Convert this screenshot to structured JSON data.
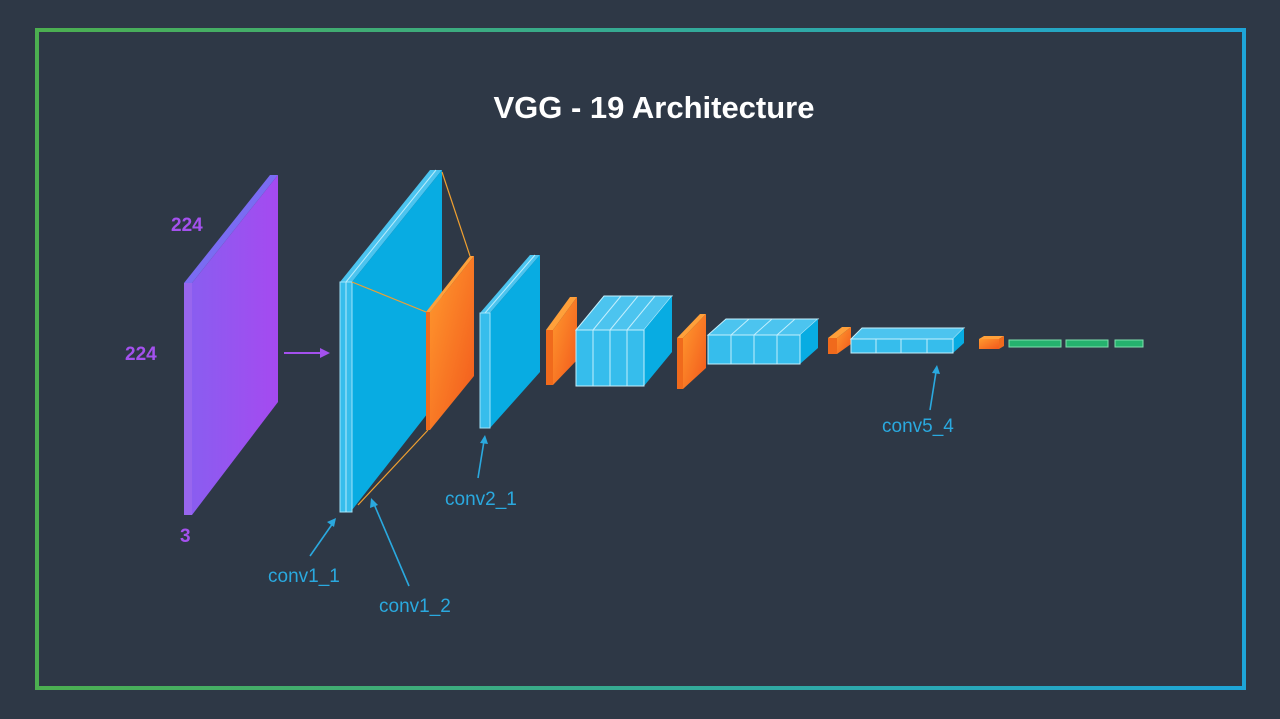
{
  "title": "VGG - 19 Architecture",
  "input_dims": {
    "height": "224",
    "width": "224",
    "channels": "3"
  },
  "layer_labels": {
    "conv1_1": "conv1_1",
    "conv1_2": "conv1_2",
    "conv2_1": "conv2_1",
    "conv5_4": "conv5_4"
  },
  "colors": {
    "background": "#2e3846",
    "frame_left": "#4caf50",
    "frame_right": "#1ea5d8",
    "input": "#a24ef0",
    "conv": "#10b1e4",
    "pool": "#f26d1f",
    "dense": "#25b26e",
    "label": "#2aa9df"
  }
}
